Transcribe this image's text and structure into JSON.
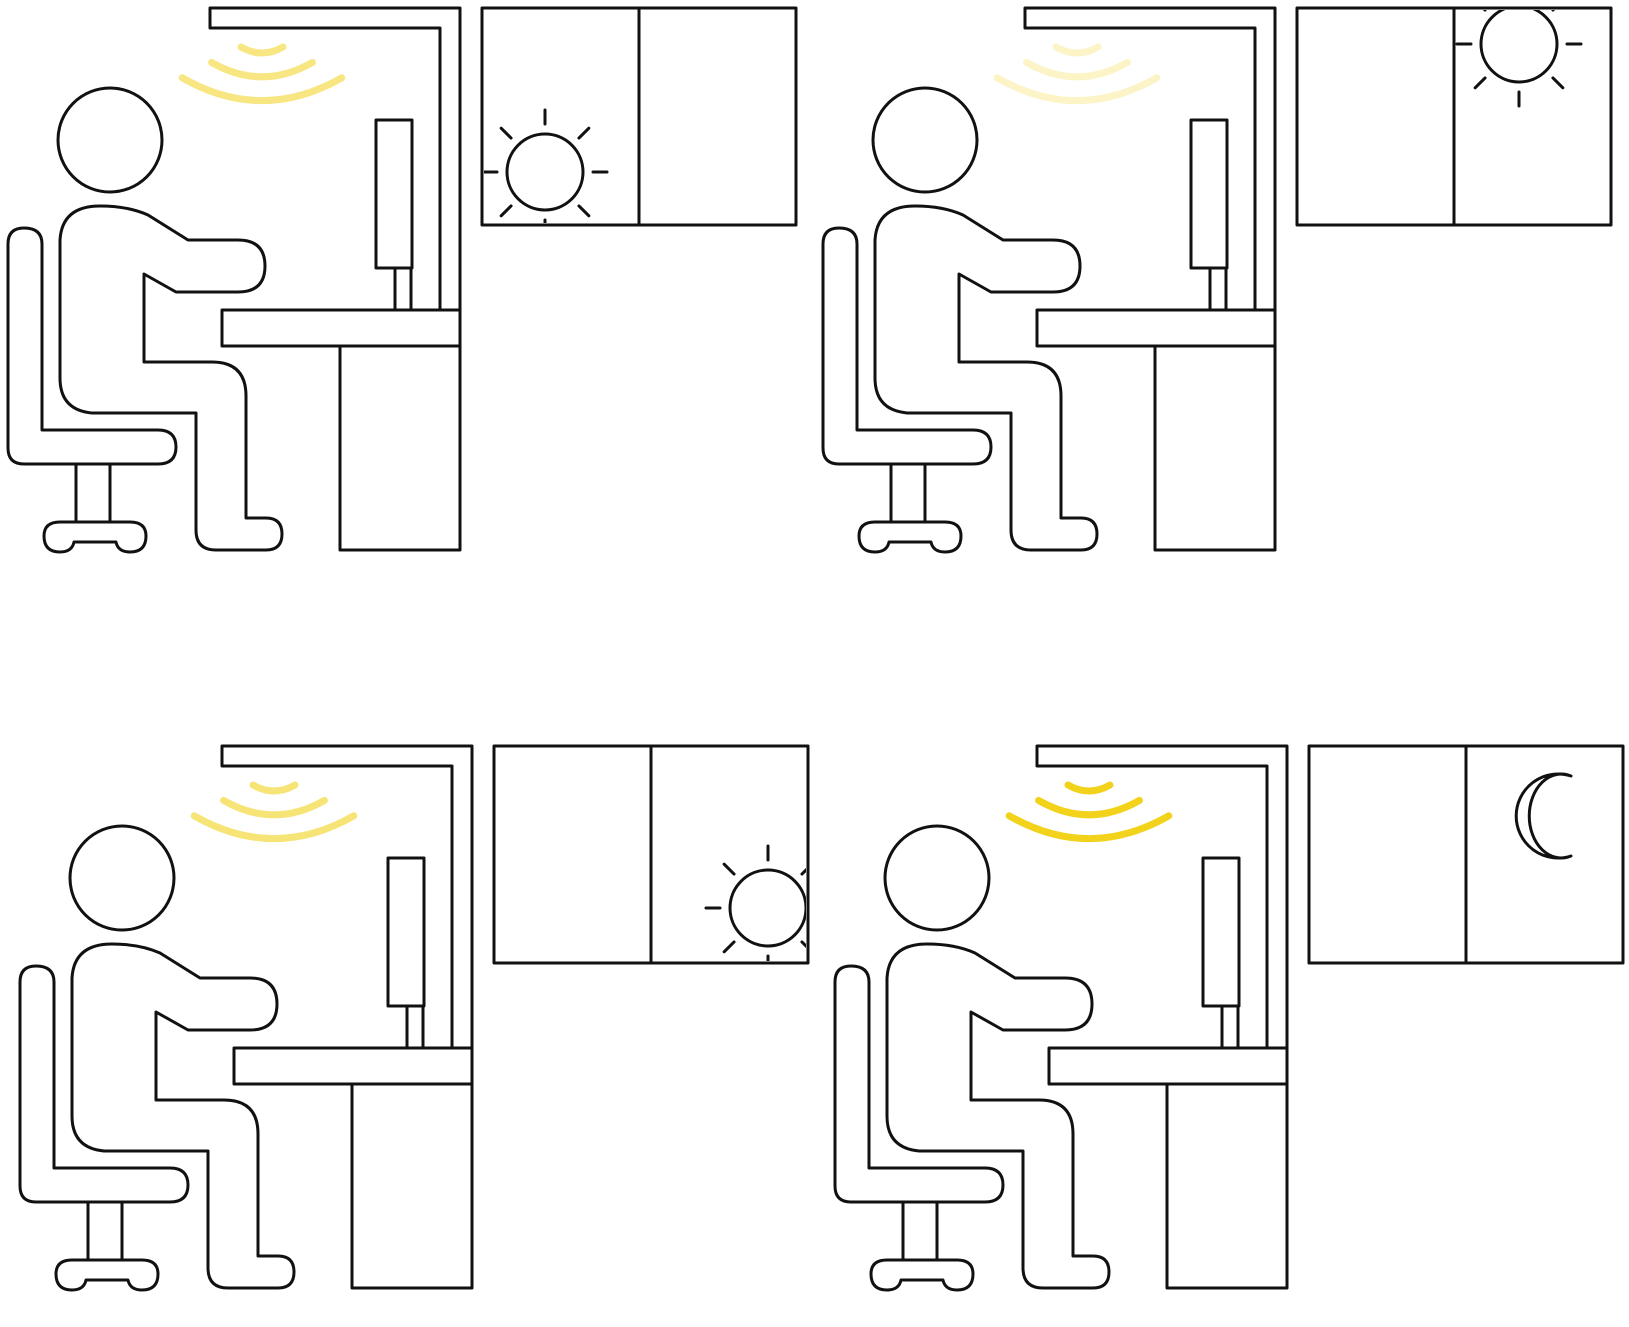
{
  "panels": [
    {
      "id": "early-morning",
      "celestial": "sun",
      "celestial_position": "window-left-bottom",
      "lamp_intensity": 0.55
    },
    {
      "id": "midday",
      "celestial": "sun",
      "celestial_position": "window-right-top",
      "lamp_intensity": 0.25
    },
    {
      "id": "late-afternoon",
      "celestial": "sun",
      "celestial_position": "window-right-bottom",
      "lamp_intensity": 0.6
    },
    {
      "id": "night",
      "celestial": "moon",
      "celestial_position": "window-right-top",
      "lamp_intensity": 1.0
    }
  ],
  "colors": {
    "line": "#111111",
    "background": "#ffffff",
    "light_wave": "#f2d21b"
  },
  "icons": [
    "person-icon",
    "office-chair-icon",
    "desk-icon",
    "monitor-icon",
    "desk-lamp-icon",
    "window-icon",
    "sun-icon",
    "moon-icon",
    "light-wave-icon"
  ]
}
